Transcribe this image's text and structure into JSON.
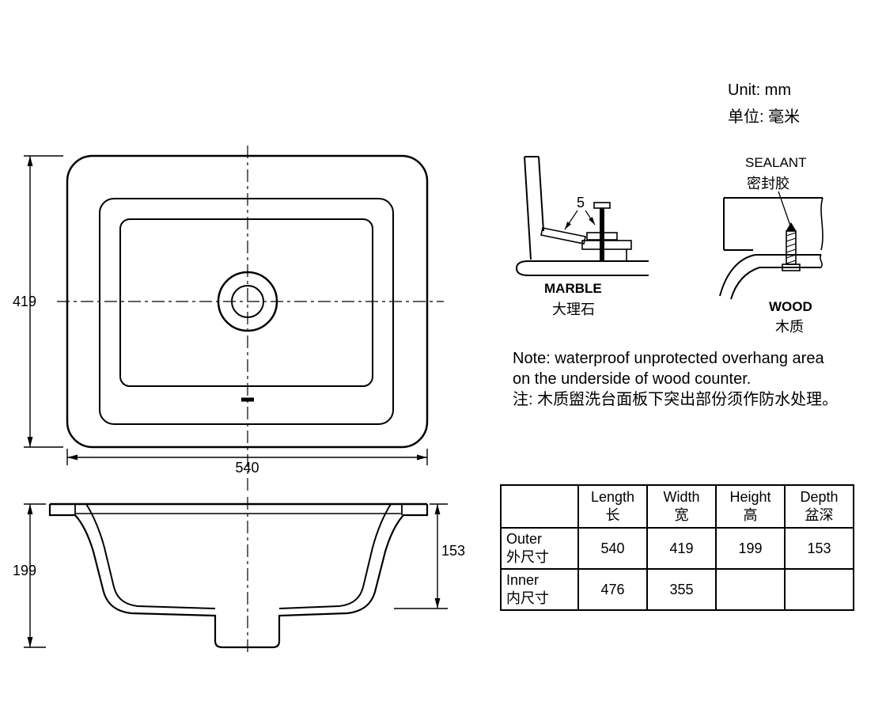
{
  "unit_block": {
    "line1": "Unit: mm",
    "line2": "单位: 毫米"
  },
  "dimensions": {
    "plan_width": "540",
    "plan_height": "419",
    "section_height": "199",
    "bowl_depth": "153",
    "marble_gap": "5"
  },
  "marble_detail": {
    "label_en": "MARBLE",
    "label_zh": "大理石"
  },
  "wood_detail": {
    "label_en": "WOOD",
    "label_zh": "木质",
    "sealant_en": "SEALANT",
    "sealant_zh": "密封胶"
  },
  "note": {
    "line1": "Note: waterproof unprotected overhang area",
    "line2": "on the underside of wood counter.",
    "line3": "注: 木质盥洗台面板下突出部份须作防水处理。"
  },
  "spec_table": {
    "col_headers": [
      {
        "en": "Length",
        "zh": "长"
      },
      {
        "en": "Width",
        "zh": "宽"
      },
      {
        "en": "Height",
        "zh": "高"
      },
      {
        "en": "Depth",
        "zh": "盆深"
      }
    ],
    "rows": [
      {
        "label_en": "Outer",
        "label_zh": "外尺寸",
        "values": [
          "540",
          "419",
          "199",
          "153"
        ]
      },
      {
        "label_en": "Inner",
        "label_zh": "内尺寸",
        "values": [
          "476",
          "355",
          "",
          ""
        ]
      }
    ]
  },
  "colors": {
    "line": "#000000",
    "background": "#ffffff"
  }
}
